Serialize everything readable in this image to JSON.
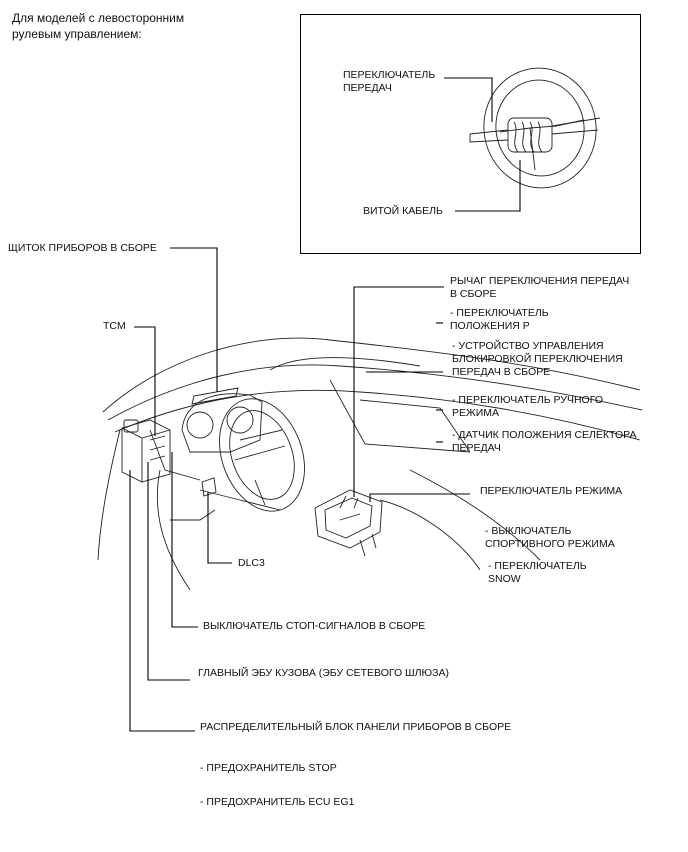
{
  "header": {
    "line1": "Для моделей с левосторонним",
    "line2": "рулевым управлением:"
  },
  "inset": {
    "shift_switch": {
      "line1": "ПЕРЕКЛЮЧАТЕЛЬ",
      "line2": "ПЕРЕДАЧ"
    },
    "spiral_cable": "ВИТОЙ КАБЕЛЬ"
  },
  "labels": {
    "combination_meter": "ЩИТОК ПРИБОРОВ В СБОРЕ",
    "tcm": "TCM",
    "shift_lever": {
      "line1": "РЫЧАГ ПЕРЕКЛЮЧЕНИЯ ПЕРЕДАЧ",
      "line2": "В СБОРЕ"
    },
    "park_switch": {
      "line1": "- ПЕРЕКЛЮЧАТЕЛЬ",
      "line2": "ПОЛОЖЕНИЯ P"
    },
    "shift_lock": {
      "line1": "- УСТРОЙСТВО УПРАВЛЕНИЯ",
      "line2": "БЛОКИРОВКОЙ ПЕРЕКЛЮЧЕНИЯ",
      "line3": "ПЕРЕДАЧ В СБОРЕ"
    },
    "manual_mode_switch": {
      "line1": "- ПЕРЕКЛЮЧАТЕЛЬ РУЧНОГО",
      "line2": "РЕЖИМА"
    },
    "selector_sensor": {
      "line1": "- ДАТЧИК ПОЛОЖЕНИЯ СЕЛЕКТОРА",
      "line2": "ПЕРЕДАЧ"
    },
    "mode_switch": "ПЕРЕКЛЮЧАТЕЛЬ РЕЖИМА",
    "sport_switch": {
      "line1": "- ВЫКЛЮЧАТЕЛЬ",
      "line2": "СПОРТИВНОГО РЕЖИМА"
    },
    "snow_switch": {
      "line1": "- ПЕРЕКЛЮЧАТЕЛЬ",
      "line2": "SNOW"
    },
    "dlc3": "DLC3",
    "stop_light_switch": "ВЫКЛЮЧАТЕЛЬ СТОП-СИГНАЛОВ В СБОРЕ",
    "main_body_ecu": "ГЛАВНЫЙ ЭБУ КУЗОВА (ЭБУ СЕТЕВОГО ШЛЮЗА)",
    "junction_block": "РАСПРЕДЕЛИТЕЛЬНЫЙ БЛОК ПАНЕЛИ ПРИБОРОВ В СБОРЕ",
    "fuse_stop": "- ПРЕДОХРАНИТЕЛЬ STOP",
    "fuse_ecu": "- ПРЕДОХРАНИТЕЛЬ ECU EG1"
  }
}
